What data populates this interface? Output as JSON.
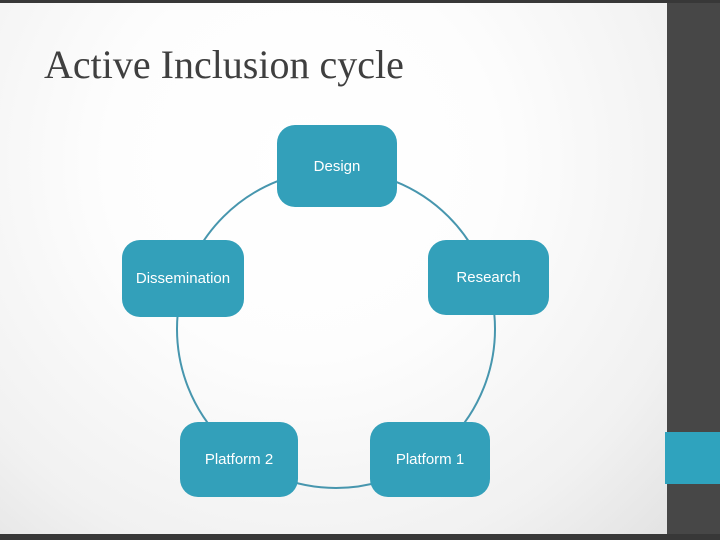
{
  "slide": {
    "title": "Active Inclusion cycle"
  },
  "diagram": {
    "type": "cycle",
    "description": "Five rounded-rectangle nodes arranged clockwise on a circular connector",
    "nodes": [
      {
        "id": "design",
        "label": "Design",
        "position": "top"
      },
      {
        "id": "research",
        "label": "Research",
        "position": "right"
      },
      {
        "id": "platform-1",
        "label": "Platform 1",
        "position": "bottom-right"
      },
      {
        "id": "platform-2",
        "label": "Platform 2",
        "position": "bottom-left"
      },
      {
        "id": "dissemination",
        "label": "Dissemination",
        "position": "left"
      }
    ]
  },
  "colors": {
    "node_fill": "#33A0BA",
    "node_text": "#FFFFFF",
    "connector_stroke": "#4796AE",
    "sidebar": "#474747",
    "accent_bar": "#2FA3BE",
    "title_text": "#3F3F3F",
    "border": "#383838"
  }
}
